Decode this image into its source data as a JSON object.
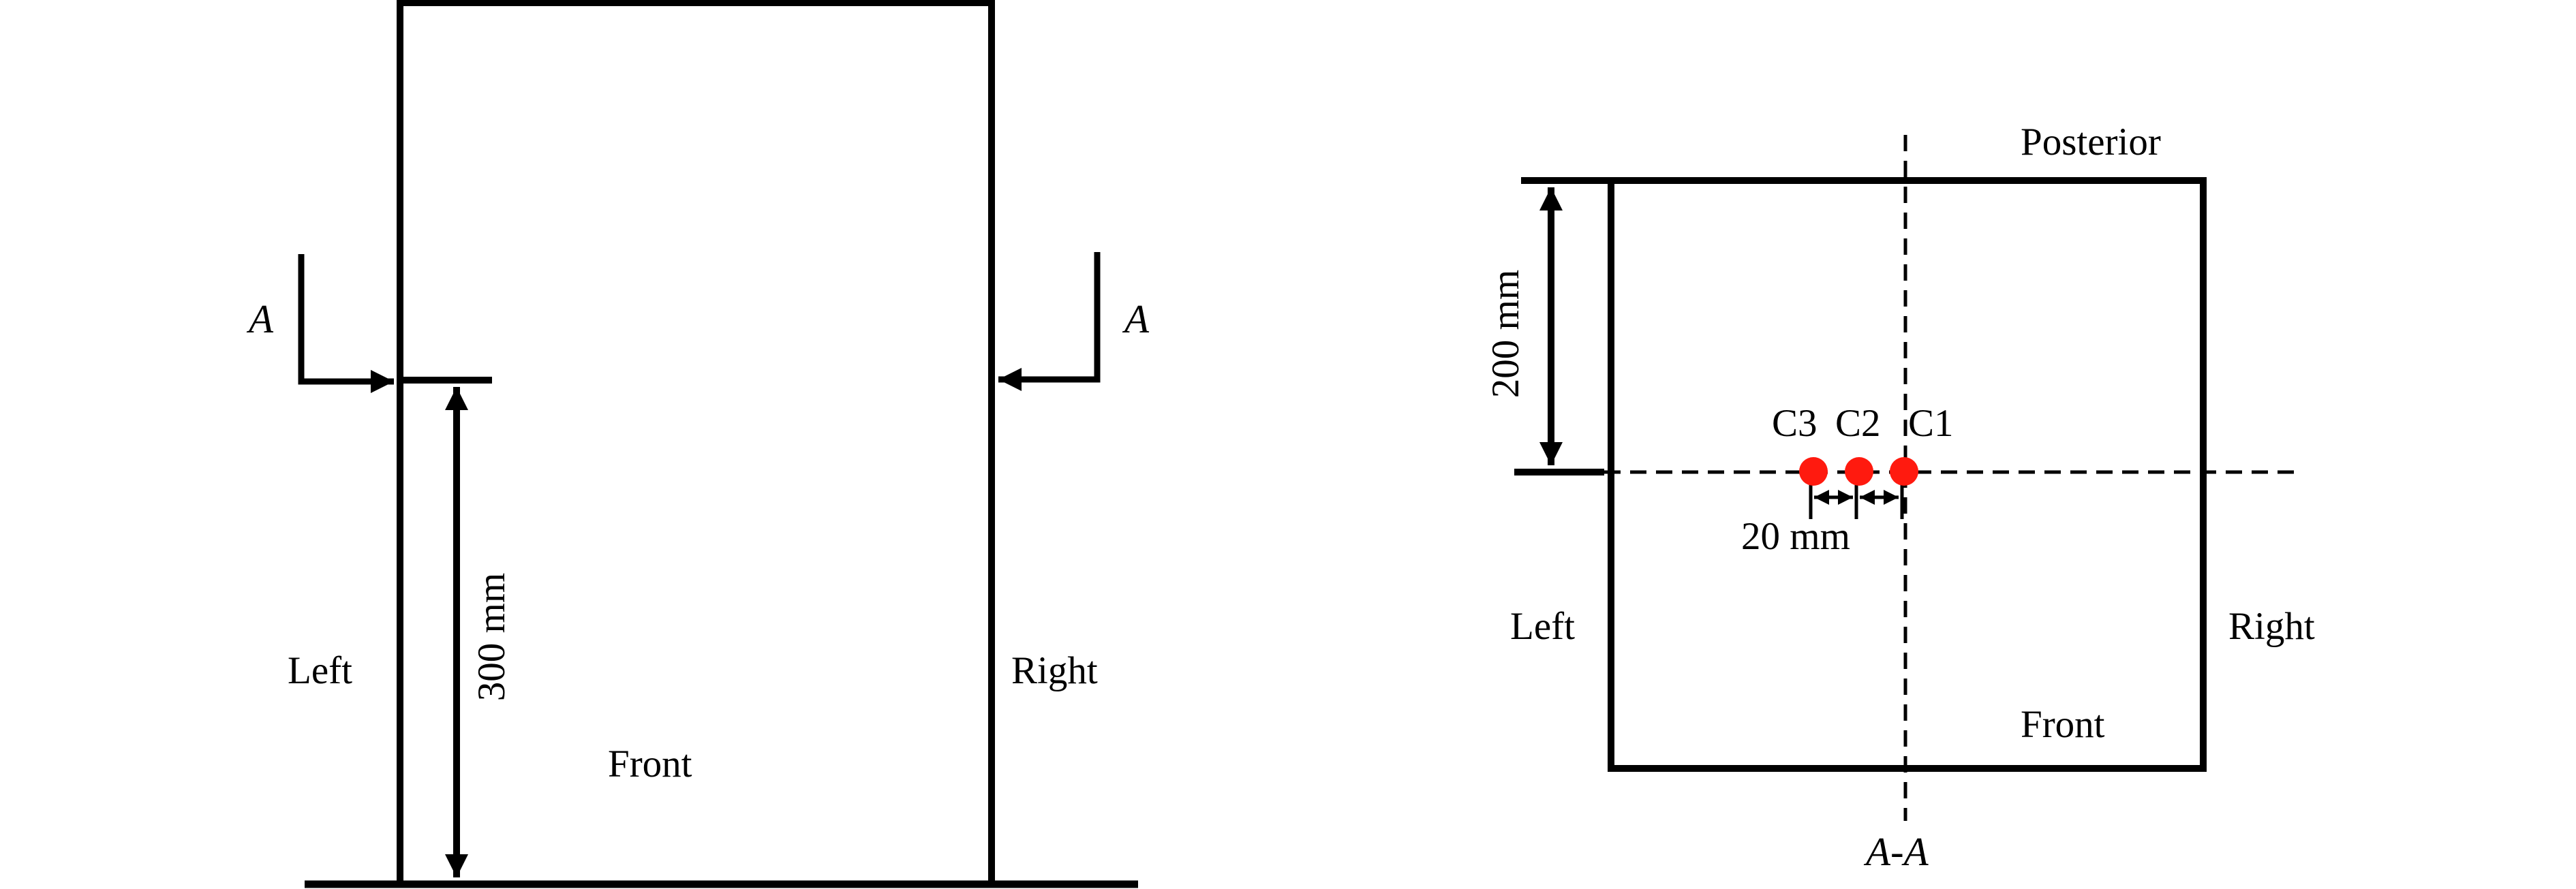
{
  "front_view": {
    "section_mark_left": "A",
    "section_mark_right": "A",
    "side_left": "Left",
    "side_right": "Right",
    "face": "Front",
    "height_dimension": "300 mm"
  },
  "section_view": {
    "side_top": "Posterior",
    "side_left": "Left",
    "side_right": "Right",
    "side_bottom": "Front",
    "depth_dimension": "200 mm",
    "point_labels": [
      "C3",
      "C2",
      "C1"
    ],
    "spacing_dimension": "20 mm",
    "section_name": "A-A"
  },
  "colors": {
    "line": "#000000",
    "point": "#ff1a0f"
  }
}
